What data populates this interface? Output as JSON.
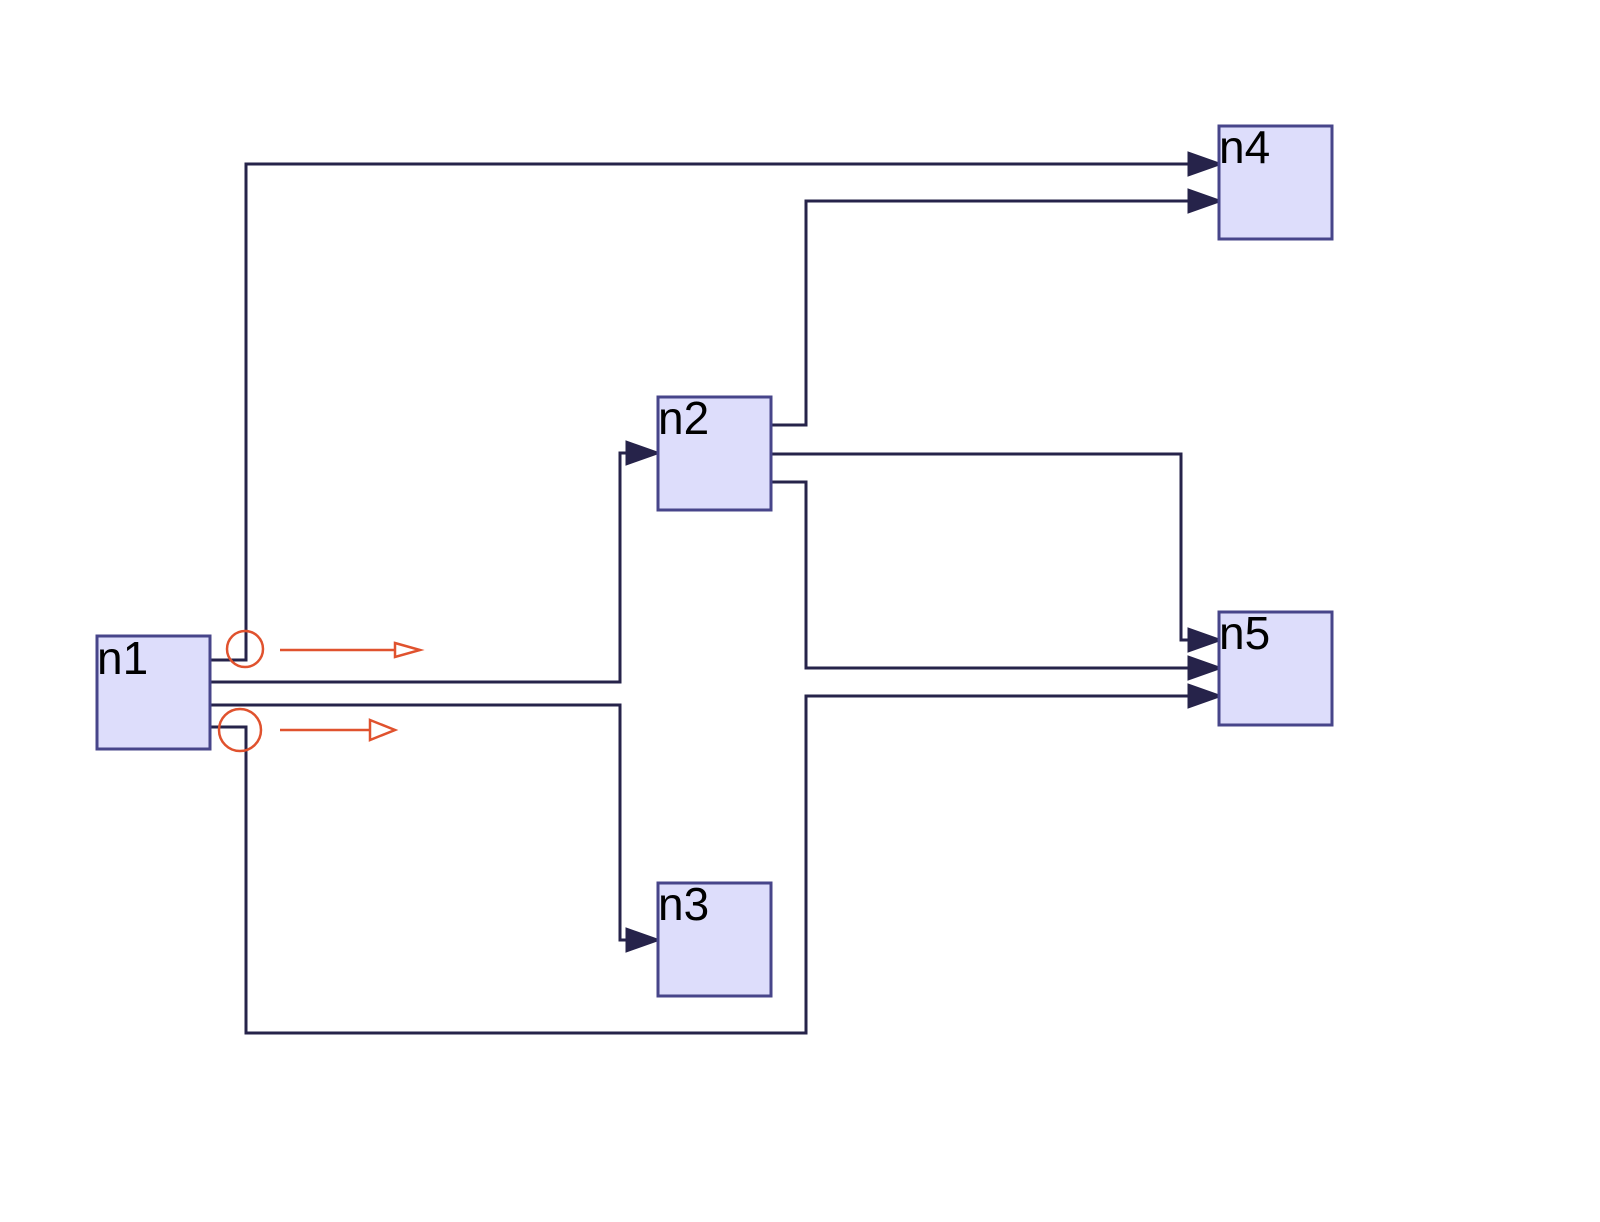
{
  "diagram": {
    "nodes": [
      {
        "id": "n1",
        "label": "n1"
      },
      {
        "id": "n2",
        "label": "n2"
      },
      {
        "id": "n3",
        "label": "n3"
      },
      {
        "id": "n4",
        "label": "n4"
      },
      {
        "id": "n5",
        "label": "n5"
      }
    ],
    "edges": [
      {
        "from": "n1",
        "to": "n4"
      },
      {
        "from": "n1",
        "to": "n2"
      },
      {
        "from": "n1",
        "to": "n3"
      },
      {
        "from": "n1",
        "to": "n5"
      },
      {
        "from": "n2",
        "to": "n4"
      },
      {
        "from": "n2",
        "to": "n5"
      },
      {
        "from": "n2",
        "to": "n5"
      }
    ],
    "markers": [
      {
        "type": "circle-with-open-arrow",
        "at": "n1"
      },
      {
        "type": "circle-with-open-arrow",
        "at": "n1"
      }
    ],
    "colors": {
      "node_fill": "#ddddfb",
      "node_stroke": "#47458a",
      "edge": "#26234a",
      "marker": "#e0522e"
    }
  }
}
